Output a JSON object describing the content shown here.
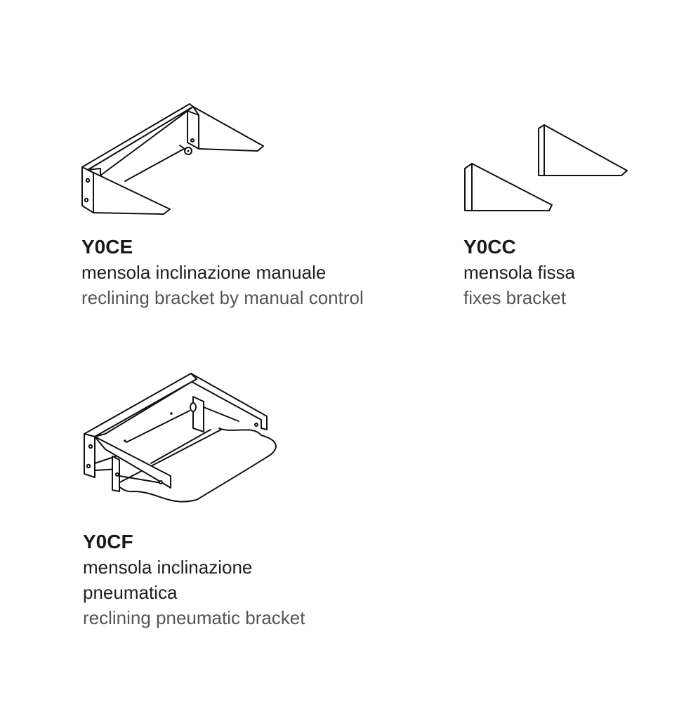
{
  "products": [
    {
      "code": "Y0CE",
      "name_it": "mensola inclinazione manuale",
      "name_en": "reclining bracket by manual control"
    },
    {
      "code": "Y0CC",
      "name_it": "mensola fissa",
      "name_en": "fixes bracket"
    },
    {
      "code": "Y0CF",
      "name_it_1": "mensola inclinazione",
      "name_it_2": "pneumatica",
      "name_en": "reclining pneumatic bracket"
    }
  ]
}
